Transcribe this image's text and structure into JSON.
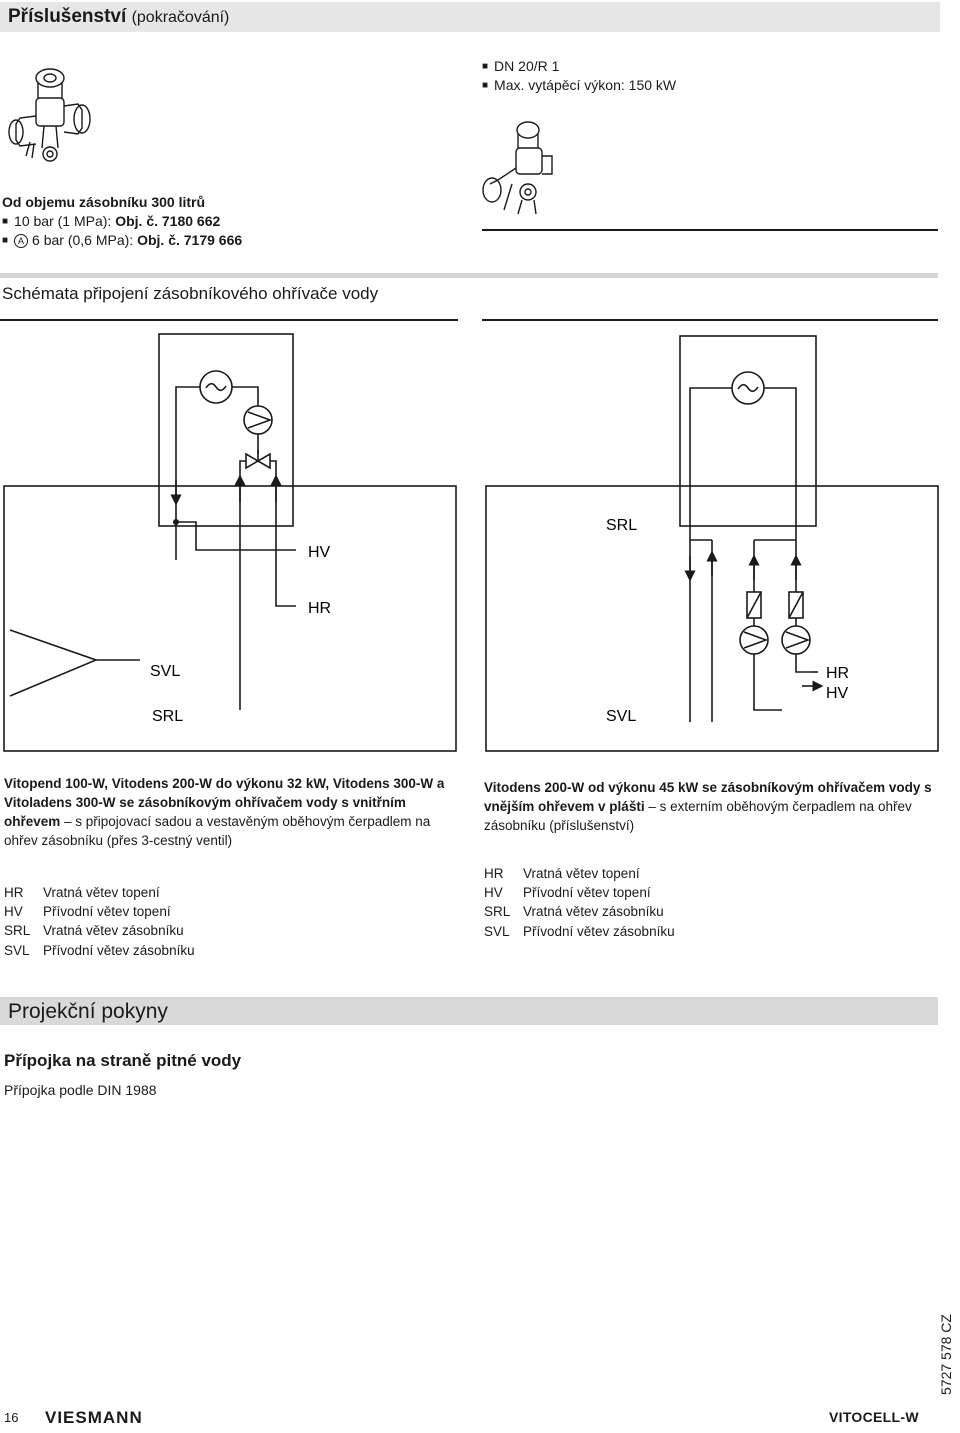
{
  "header": {
    "title": "Příslušenství",
    "continued": "(pokračování)"
  },
  "accessory_left": {
    "heading": "Od objemu zásobníku 300 litrů",
    "line1_text": "10 bar (1 MPa): ",
    "line1_code": "Obj. č. 7180 662",
    "line2_marker": "A",
    "line2_text": "6 bar (0,6 MPa): ",
    "line2_code": "Obj. č. 7179 666"
  },
  "accessory_right": {
    "line1": "DN 20/R 1",
    "line2": "Max. vytápěcí výkon: 150 kW"
  },
  "schemes_title": "Schémata připojení zásobníkového ohřívače vody",
  "diagram_left": {
    "labels": {
      "hv": "HV",
      "hr": "HR",
      "svl": "SVL",
      "srl": "SRL"
    }
  },
  "diagram_right": {
    "labels": {
      "srl": "SRL",
      "svl": "SVL",
      "hr": "HR",
      "hv": "HV"
    }
  },
  "caption_left": {
    "bold": "Vitopend 100-W, Vitodens 200-W do výkonu 32 kW, Vitodens 300-W a Vitoladens 300-W se zásobníkovým ohřívačem vody s vnitřním ohřevem",
    "normal": " – s připojovací sadou a vestavěným oběhovým čerpadlem na ohřev zásobníku (přes 3-cestný ventil)"
  },
  "caption_right": {
    "bold": "Vitodens 200-W od výkonu 45 kW se zásobníkovým ohřívačem vody s vnějším ohřevem v plášti",
    "normal": " – s externím oběhovým čerpadlem na ohřev zásobníku (příslušenství)"
  },
  "legend_left": [
    {
      "key": "HR",
      "desc": "Vratná větev topení"
    },
    {
      "key": "HV",
      "desc": "Přívodní větev topení"
    },
    {
      "key": "SRL",
      "desc": "Vratná větev zásobníku"
    },
    {
      "key": "SVL",
      "desc": "Přívodní větev zásobníku"
    }
  ],
  "legend_right": [
    {
      "key": "HR",
      "desc": "Vratná větev topení"
    },
    {
      "key": "HV",
      "desc": "Přívodní větev topení"
    },
    {
      "key": "SRL",
      "desc": "Vratná větev zásobníku"
    },
    {
      "key": "SVL",
      "desc": "Přívodní větev zásobníku"
    }
  ],
  "section": {
    "title": "Projekční pokyny",
    "subtitle": "Přípojka na straně pitné vody",
    "text": "Přípojka podle DIN 1988"
  },
  "footer": {
    "page_number": "16",
    "brand": "VIESMANN",
    "doc_number": "5727 578 CZ",
    "product": "VITOCELL-W"
  }
}
